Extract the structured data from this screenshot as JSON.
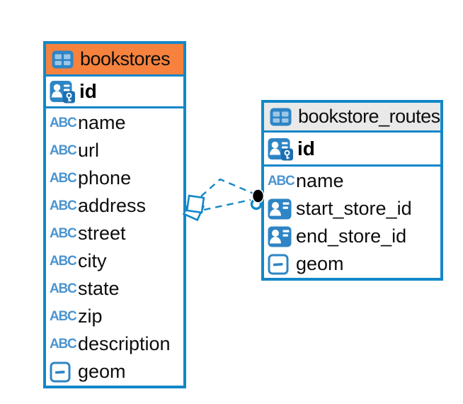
{
  "colors": {
    "accent_blue": "#1387C9",
    "icon_blue": "#2E85C5",
    "icon_blue_dark": "#1C6FB0",
    "icon_cell_blue": "#9CC6E6",
    "abc_blue": "#4B94D0",
    "header_orange": "#F6823D",
    "header_gray": "#E9E9E9",
    "background": "#FFFFFF",
    "dot_black": "#000000"
  },
  "icon_labels": {
    "text_type": "ABC"
  },
  "tables": [
    {
      "title": "bookstores",
      "header_style": "orange",
      "header_icon": "table-icon",
      "primary_key": {
        "name": "id",
        "icon": "person-key-icon"
      },
      "columns": [
        {
          "name": "name",
          "icon": "text-type-icon"
        },
        {
          "name": "url",
          "icon": "text-type-icon"
        },
        {
          "name": "phone",
          "icon": "text-type-icon"
        },
        {
          "name": "address",
          "icon": "text-type-icon"
        },
        {
          "name": "street",
          "icon": "text-type-icon"
        },
        {
          "name": "city",
          "icon": "text-type-icon"
        },
        {
          "name": "state",
          "icon": "text-type-icon"
        },
        {
          "name": "zip",
          "icon": "text-type-icon"
        },
        {
          "name": "description",
          "icon": "text-type-icon"
        },
        {
          "name": "geom",
          "icon": "geometry-type-icon"
        }
      ]
    },
    {
      "title": "bookstore_routes",
      "header_style": "gray",
      "header_icon": "table-icon",
      "primary_key": {
        "name": "id",
        "icon": "person-key-icon"
      },
      "columns": [
        {
          "name": "name",
          "icon": "text-type-icon"
        },
        {
          "name": "start_store_id",
          "icon": "person-ref-icon"
        },
        {
          "name": "end_store_id",
          "icon": "person-ref-icon"
        },
        {
          "name": "geom",
          "icon": "geometry-type-icon"
        }
      ]
    }
  ],
  "relationships": [
    {
      "from": "bookstores",
      "to": "bookstore_routes",
      "line_style": "dashed",
      "lines": 2,
      "source_marker": "diamond",
      "target_marker": "dot"
    }
  ]
}
